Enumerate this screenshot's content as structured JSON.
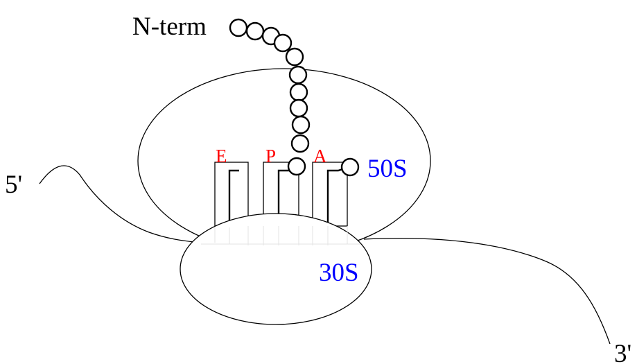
{
  "labels": {
    "n_term": "N-term",
    "five_prime": "5'",
    "three_prime": "3'",
    "large_subunit": "50S",
    "small_subunit": "30S",
    "site_e": "E",
    "site_p": "P",
    "site_a": "A"
  },
  "colors": {
    "line": "#000000",
    "subunit_label": "#0000ff",
    "site_label": "#ff0000",
    "background": "#ffffff"
  }
}
